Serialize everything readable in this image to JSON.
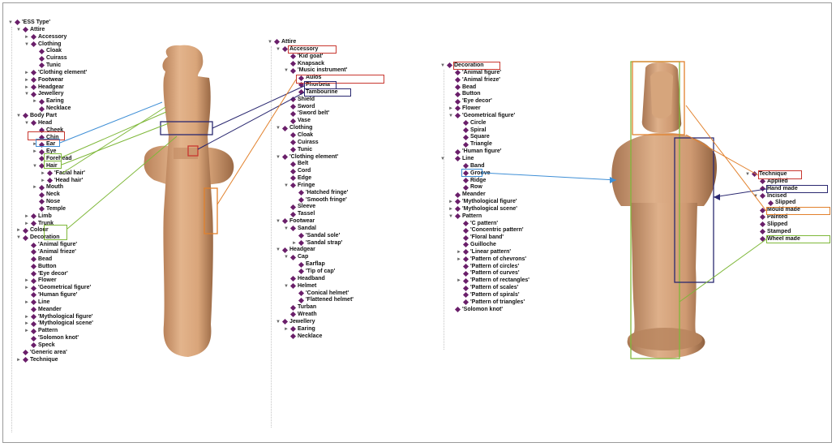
{
  "colors": {
    "node": "#6a1f6a",
    "orange": "#e2812c",
    "red": "#c8372f",
    "navy": "#2a2870",
    "blue": "#3f8fd6",
    "green": "#7fb83a",
    "terracotta": "#d9a57a",
    "terracotta_dark": "#9b6a46"
  },
  "left_tree": {
    "root": "'ESS Type'",
    "attire": {
      "label": "Attire",
      "accessory": "Accessory",
      "clothing": "Clothing",
      "cloak": "Cloak",
      "cuirass": "Cuirass",
      "tunic": "Tunic",
      "clothing_element": "'Clothing element'",
      "footwear": "Footwear",
      "headgear": "Headgear",
      "jewellery": "Jewellery",
      "earing": "Earing",
      "necklace": "Necklace"
    },
    "body_part": {
      "label": "Body Part",
      "head": "Head",
      "cheek": "Cheek",
      "chin": "Chin",
      "ear": "Ear",
      "eye": "Eye",
      "forehead": "Forehead",
      "hair": "Hair",
      "facial_hair": "'Facial hair'",
      "head_hair": "'Head hair'",
      "mouth": "Mouth",
      "neck": "Neck",
      "nose": "Nose",
      "temple": "Temple",
      "limb": "Limb",
      "trunk": "Trunk"
    },
    "colour": "Colour",
    "decoration": {
      "label": "Decoration",
      "animal_figure": "'Animal figure'",
      "animal_frieze": "'Animal frieze'",
      "bead": "Bead",
      "button": "Button",
      "eye_decor": "'Eye decor'",
      "flower": "Flower",
      "geometrical_figure": "'Geometrical figure'",
      "human_figure": "'Human figure'",
      "line": "Line",
      "meander": "Meander",
      "mythological_figure": "'Mythological figure'",
      "mythological_scene": "'Mythological scene'",
      "pattern": "Pattern",
      "solomon_knot": "'Solomon knot'",
      "speck": "Speck"
    },
    "generic_area": "'Generic area'",
    "technique": "Technique"
  },
  "middle_tree": {
    "attire": "Attire",
    "accessory": "Accessory",
    "kid_goat": "'Kid goat'",
    "knapsack": "Knapsack",
    "music_instrument": "'Music instrument'",
    "aulos": "Aulos",
    "phorbeia": "Phorbeia",
    "tambourine": "Tambourine",
    "shield": "Shield",
    "sword": "Sword",
    "sword_belt": "'Sword belt'",
    "vase": "Vase",
    "clothing": "Clothing",
    "cloak": "Cloak",
    "cuirass": "Cuirass",
    "tunic": "Tunic",
    "clothing_element": "'Clothing element'",
    "belt": "Belt",
    "cord": "Cord",
    "edge": "Edge",
    "fringe": "Fringe",
    "hatched_fringe": "'Hatched fringe'",
    "smooth_fringe": "'Smooth fringe'",
    "sleeve": "Sleeve",
    "tassel": "Tassel",
    "footwear": "Footwear",
    "sandal": "Sandal",
    "sandal_sole": "'Sandal sole'",
    "sandal_strap": "'Sandal strap'",
    "headgear": "Headgear",
    "cap": "Cap",
    "earflap": "Earflap",
    "tip_of_cap": "'Tip of cap'",
    "headband": "Headband",
    "helmet": "Helmet",
    "conical_helmet": "'Conical helmet'",
    "flattened_helmet": "'Flattened helmet'",
    "turban": "Turban",
    "wreath": "Wreath",
    "jewellery": "Jewellery",
    "earing": "Earing",
    "necklace": "Necklace"
  },
  "decoration_tree": {
    "decoration": "Decoration",
    "animal_figure": "'Animal figure'",
    "animal_frieze": "'Animal frieze'",
    "bead": "Bead",
    "button": "Button",
    "eye_decor": "'Eye decor'",
    "flower": "Flower",
    "geometrical_figure": "'Geometrical figure'",
    "circle": "Circle",
    "spiral": "Spiral",
    "square": "Square",
    "triangle": "Triangle",
    "human_figure": "'Human figure'",
    "line": "Line",
    "band": "Band",
    "groove": "Groove",
    "ridge": "Ridge",
    "row": "Row",
    "meander": "Meander",
    "mythological_figure": "'Mythological figure'",
    "mythological_scene": "'Mythological scene'",
    "pattern": "Pattern",
    "c_pattern": "'C pattern'",
    "concentric_pattern": "'Concentric pattern'",
    "floral_band": "'Floral band'",
    "guilloche": "Guilloche",
    "linear_pattern": "'Linear pattern'",
    "pattern_of_chevrons": "'Pattern of chevrons'",
    "pattern_of_circles": "'Pattern of circles'",
    "pattern_of_curves": "'Pattern of curves'",
    "pattern_of_rectangles": "'Pattern of rectangles'",
    "pattern_of_scales": "'Pattern of scales'",
    "pattern_of_spirals": "'Pattern of spirals'",
    "pattern_of_triangles": "'Pattern of triangles'",
    "solomon_knot": "'Solomon knot'"
  },
  "technique_tree": {
    "technique": "Technique",
    "applied": "Applied",
    "hand_made": "Hand made",
    "incised": "Incised",
    "slipped_sub": "Slipped",
    "mould_made": "Mould made",
    "painted": "Painted",
    "slipped": "Slipped",
    "stamped": "Stamped",
    "wheel_made": "Wheel made"
  }
}
